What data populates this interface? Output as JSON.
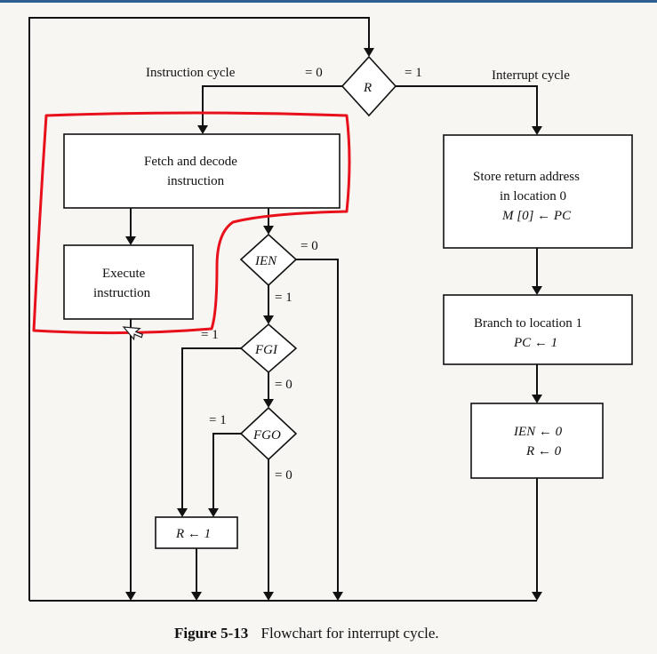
{
  "figure": {
    "label": "Figure 5-13",
    "title": "Flowchart for interrupt cycle."
  },
  "branches": {
    "instruction_cycle": "Instruction cycle",
    "interrupt_cycle": "Interrupt cycle"
  },
  "decisions": {
    "r": {
      "label": "R",
      "left": "= 0",
      "right": "= 1"
    },
    "ien": {
      "label": "IEN",
      "right": "= 0",
      "down": "= 1"
    },
    "fgi": {
      "label": "FGI",
      "left": "= 1",
      "down": "= 0"
    },
    "fgo": {
      "label": "FGO",
      "left": "= 1",
      "down": "= 0"
    }
  },
  "boxes": {
    "fetch": {
      "line1": "Fetch and decode",
      "line2": "instruction"
    },
    "execute": {
      "line1": "Execute",
      "line2": "instruction"
    },
    "r_set": "R ← 1",
    "store": {
      "line1": "Store return address",
      "line2": "in location 0",
      "line3": "M [0] ← PC"
    },
    "branch": {
      "line1": "Branch to location 1",
      "line2": "PC ← 1"
    },
    "clear": {
      "line1": "IEN ← 0",
      "line2": "R ← 0"
    }
  },
  "annotation": {
    "highlight_color": "#e8101a",
    "mouse_pointer": "cursor-arrow-icon"
  }
}
